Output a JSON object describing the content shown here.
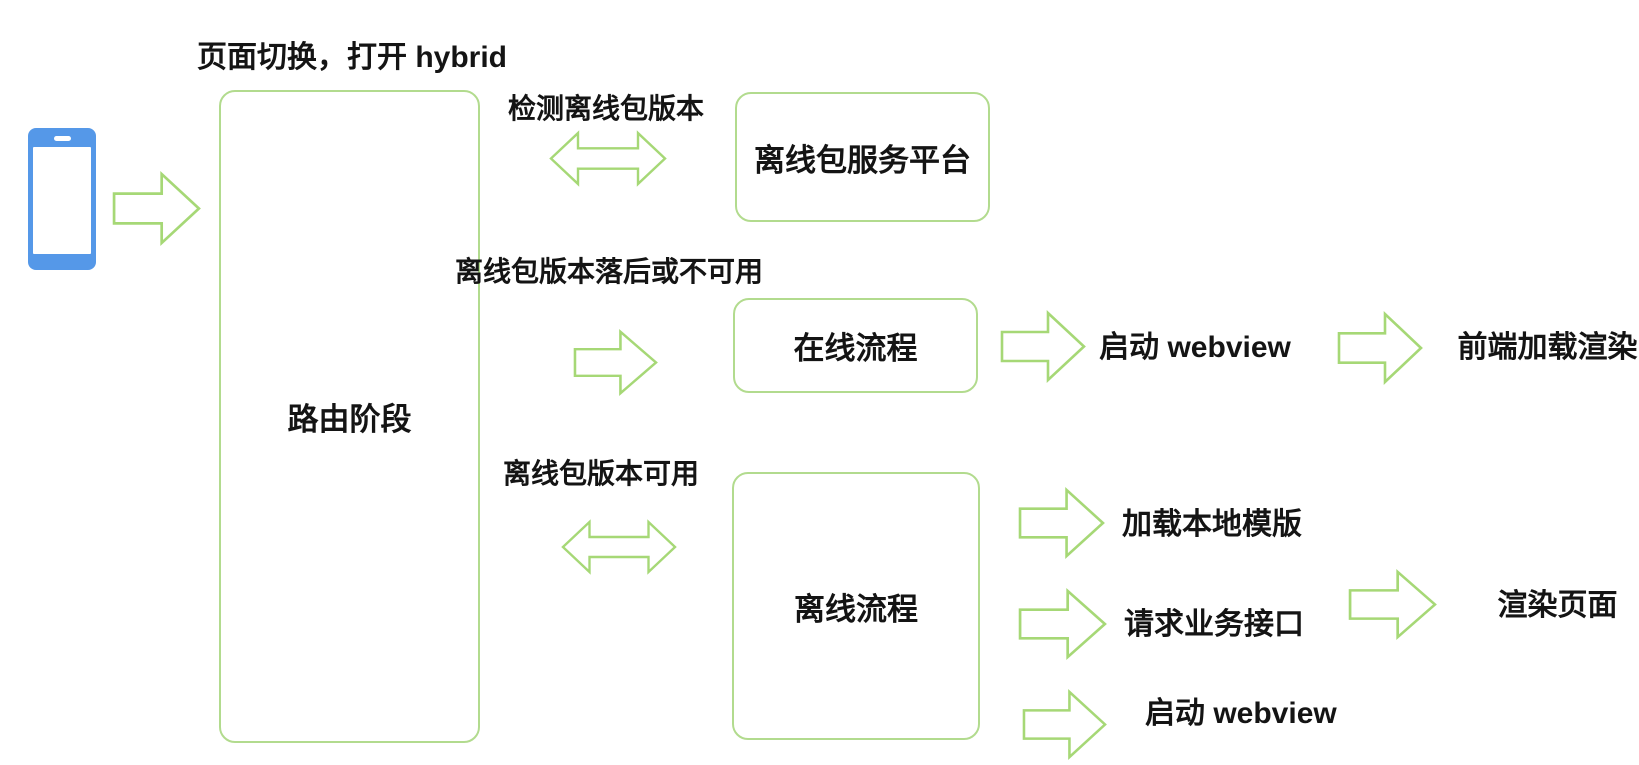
{
  "diagram": {
    "title_label": "页面切换，打开 hybrid",
    "phone": {
      "name": "smartphone-icon"
    },
    "router_box": {
      "label": "路由阶段"
    },
    "branches": [
      {
        "condition": "检测离线包版本",
        "arrow_type": "double",
        "target": "离线包服务平台",
        "steps": []
      },
      {
        "condition": "离线包版本落后或不可用",
        "arrow_type": "single",
        "target": "在线流程",
        "steps": [
          "启动 webview",
          "前端加载渲染"
        ]
      },
      {
        "condition": "离线包版本可用",
        "arrow_type": "double",
        "target": "离线流程",
        "steps": [
          "加载本地模版",
          "请求业务接口",
          "渲染页面",
          "启动 webview"
        ]
      }
    ],
    "colors": {
      "arrow_green": "#a6d876",
      "box_border_green": "#b2db8e",
      "phone_blue": "#5598e8",
      "text": "#141414"
    }
  }
}
